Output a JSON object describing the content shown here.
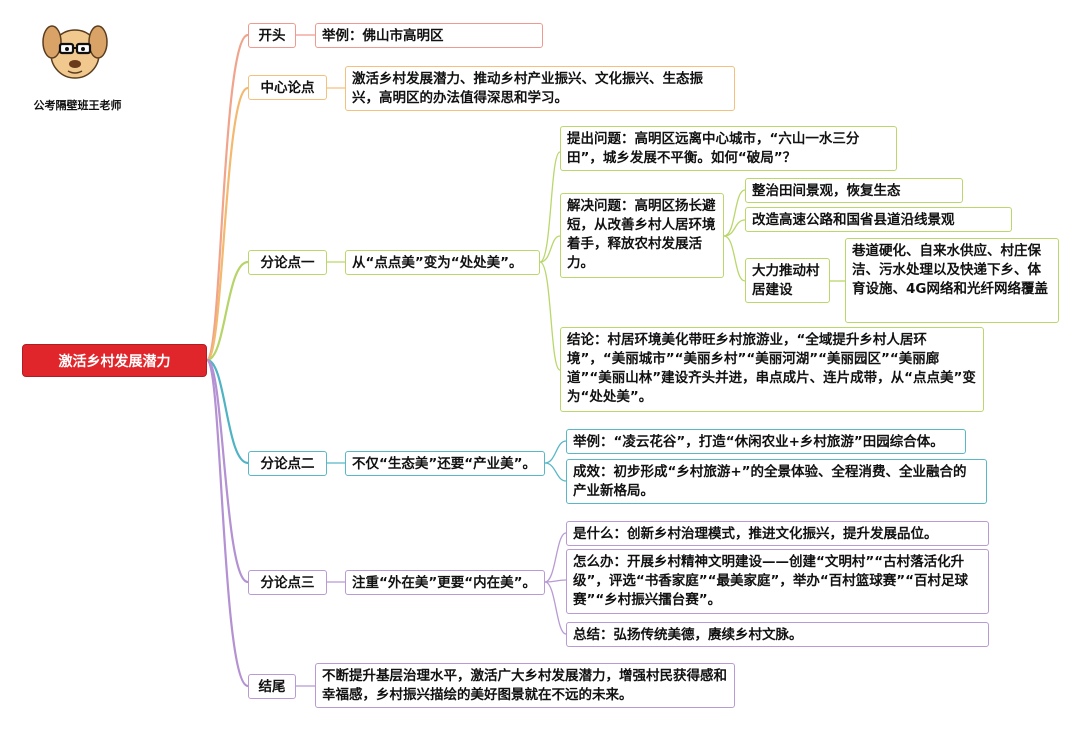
{
  "author": {
    "caption": "公考隔壁班王老师",
    "avatar_icon": "cartoon-dog-with-glasses-icon"
  },
  "root": {
    "label": "激活乡村发展潜力"
  },
  "branches": [
    {
      "label": "开头",
      "color": "#ef9a8f",
      "children": [
        {
          "text": "举例：佛山市高明区"
        }
      ]
    },
    {
      "label": "中心论点",
      "color": "#f3c07e",
      "children": [
        {
          "text": "激活乡村发展潜力、推动乡村产业振兴、文化振兴、生态振兴，高明区的办法值得深思和学习。"
        }
      ]
    },
    {
      "label": "分论点一",
      "color": "#b9d76b",
      "children": [
        {
          "text": "从“点点美”变为“处处美”。",
          "children": [
            {
              "text": "提出问题：高明区远离中心城市，“六山一水三分田”，城乡发展不平衡。如何“破局”？"
            },
            {
              "text": "解决问题：高明区扬长避短，从改善乡村人居环境着手，释放农村发展活力。",
              "children": [
                {
                  "text": "整治田间景观，恢复生态"
                },
                {
                  "text": "改造高速公路和国省县道沿线景观"
                },
                {
                  "text": "大力推动村居建设",
                  "children": [
                    {
                      "text": "巷道硬化、自来水供应、村庄保洁、污水处理以及快递下乡、体育设施、4G网络和光纤网络覆盖"
                    }
                  ]
                }
              ]
            },
            {
              "text": "结论：村居环境美化带旺乡村旅游业，“全域提升乡村人居环境”，“美丽城市”“美丽乡村”“美丽河湖”“美丽园区”“美丽廊道”“美丽山林”建设齐头并进，串点成片、连片成带，从“点点美”变为“处处美”。"
            }
          ]
        }
      ]
    },
    {
      "label": "分论点二",
      "color": "#58b8c7",
      "children": [
        {
          "text": "不仅“生态美”还要“产业美”。",
          "children": [
            {
              "text": "举例：“凌云花谷”，打造“休闲农业+乡村旅游”田园综合体。"
            },
            {
              "text": "成效：初步形成“乡村旅游+”的全景体验、全程消费、全业融合的产业新格局。"
            }
          ]
        }
      ]
    },
    {
      "label": "分论点三",
      "color": "#b89ad4",
      "children": [
        {
          "text": "注重“外在美”更要“内在美”。",
          "children": [
            {
              "text": "是什么：创新乡村治理模式，推进文化振兴，提升发展品位。"
            },
            {
              "text": "怎么办：开展乡村精神文明建设——创建“文明村”“古村落活化升级”，评选“书香家庭”“最美家庭”，举办“百村篮球赛”“百村足球赛”“乡村振兴擂台赛”。"
            },
            {
              "text": "总结：弘扬传统美德，赓续乡村文脉。"
            }
          ]
        }
      ]
    },
    {
      "label": "结尾",
      "color": "#b89ad4",
      "children": [
        {
          "text": "不断提升基层治理水平，激活广大乡村发展潜力，增强村民获得感和幸福感，乡村振兴描绘的美好图景就在不远的未来。"
        }
      ]
    }
  ]
}
